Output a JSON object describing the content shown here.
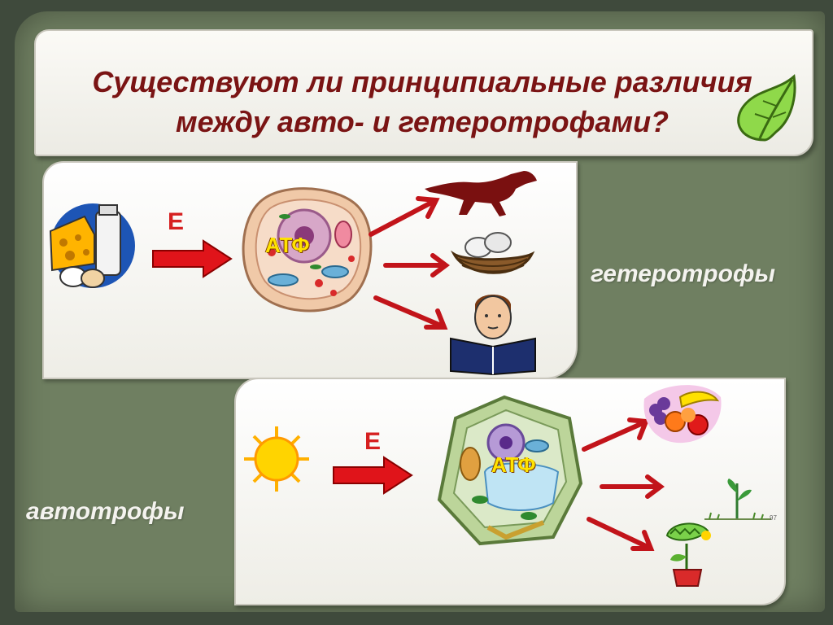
{
  "title": "Существуют ли принципиальные различия между авто- и гетеротрофами?",
  "heterotrophs": {
    "label": "гетеротрофы",
    "energy_label": "Е",
    "atp_label": "АТФ"
  },
  "autotrophs": {
    "label": "автотрофы",
    "energy_label": "Е",
    "atp_label": "АТФ",
    "small_caption": "97"
  },
  "icons": [
    "leaf-icon",
    "food-icon",
    "animal-cell-icon",
    "running-animal-icon",
    "nest-icon",
    "reading-boy-icon",
    "sun-icon",
    "plant-cell-icon",
    "fruit-icon",
    "sprout-icon",
    "venus-flytrap-icon"
  ],
  "colors": {
    "title": "#7a1414",
    "energy": "#d62020",
    "atp": "#ffe300",
    "background": "#6f7f61"
  }
}
